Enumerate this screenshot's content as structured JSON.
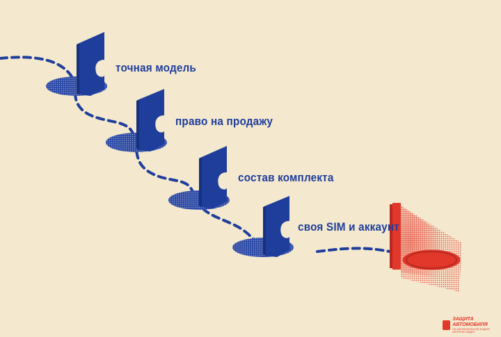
{
  "steps": [
    {
      "label": "точная модель"
    },
    {
      "label": "право на продажу"
    },
    {
      "label": "состав комплекта"
    },
    {
      "label": "своя SIM и аккаунт"
    }
  ],
  "brand": {
    "mark": "",
    "name": "ЗАЩИТА АВТОМОБИЛЯ",
    "subtitle": "ОБ АВТОМОБИЛЬНОЙ ЗАЩИТЕ ИНТЕРНЕТ-ВИДЕО"
  },
  "colors": {
    "background": "#f4e9cf",
    "blue": "#1f3d9b",
    "red": "#e2372b"
  },
  "icons": {
    "step": "card-with-notch-icon",
    "goal": "red-door-hole-icon"
  }
}
